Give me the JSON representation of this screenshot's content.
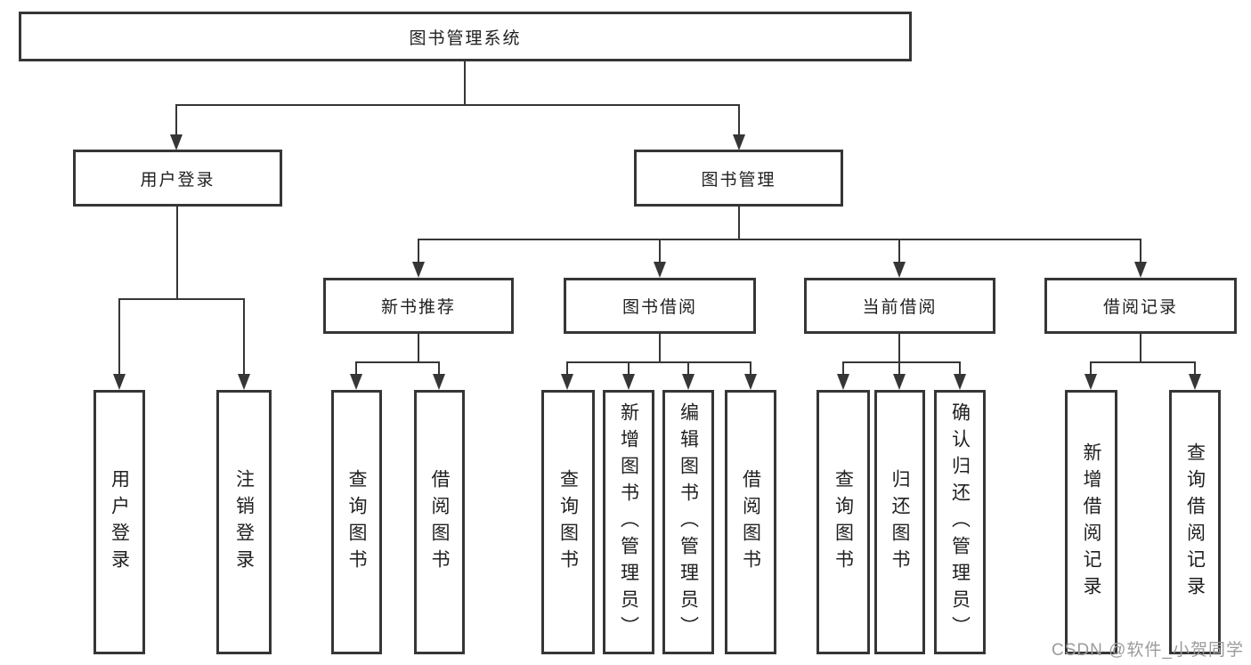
{
  "colors": {
    "line": "#363636",
    "text": "#1f1f1f",
    "watermark": "#9b9b9b",
    "background": "#ffffff"
  },
  "diagram": {
    "root": {
      "id": "library-management-system",
      "label": "图书管理系统"
    },
    "level2": [
      {
        "id": "user-login",
        "label": "用户登录",
        "parent": "library-management-system"
      },
      {
        "id": "book-management",
        "label": "图书管理",
        "parent": "library-management-system"
      }
    ],
    "level3": [
      {
        "id": "new-book-recommend",
        "label": "新书推荐",
        "parent": "book-management"
      },
      {
        "id": "book-borrowing",
        "label": "图书借阅",
        "parent": "book-management"
      },
      {
        "id": "current-borrowing",
        "label": "当前借阅",
        "parent": "book-management"
      },
      {
        "id": "borrowing-records",
        "label": "借阅记录",
        "parent": "book-management"
      }
    ],
    "leaves": [
      {
        "id": "leaf-user-login",
        "label": "用户登录",
        "parent": "user-login"
      },
      {
        "id": "leaf-logout",
        "label": "注销登录",
        "parent": "user-login"
      },
      {
        "id": "leaf-query-books-recommend",
        "label": "查询图书",
        "parent": "new-book-recommend"
      },
      {
        "id": "leaf-borrow-books-recommend",
        "label": "借阅图书",
        "parent": "new-book-recommend"
      },
      {
        "id": "leaf-query-books-borrowing",
        "label": "查询图书",
        "parent": "book-borrowing"
      },
      {
        "id": "leaf-add-books-admin",
        "label": "新增图书（管理员）",
        "parent": "book-borrowing"
      },
      {
        "id": "leaf-edit-books-admin",
        "label": "编辑图书（管理员）",
        "parent": "book-borrowing"
      },
      {
        "id": "leaf-borrow-books-borrowing",
        "label": "借阅图书",
        "parent": "book-borrowing"
      },
      {
        "id": "leaf-query-books-current",
        "label": "查询图书",
        "parent": "current-borrowing"
      },
      {
        "id": "leaf-return-books",
        "label": "归还图书",
        "parent": "current-borrowing"
      },
      {
        "id": "leaf-confirm-return-admin",
        "label": "确认归还（管理员）",
        "parent": "current-borrowing"
      },
      {
        "id": "leaf-add-borrow-record",
        "label": "新增借阅记录",
        "parent": "borrowing-records"
      },
      {
        "id": "leaf-query-borrow-record",
        "label": "查询借阅记录",
        "parent": "borrowing-records"
      }
    ]
  },
  "watermark": {
    "text": "CSDN @软件_小贺同学"
  }
}
